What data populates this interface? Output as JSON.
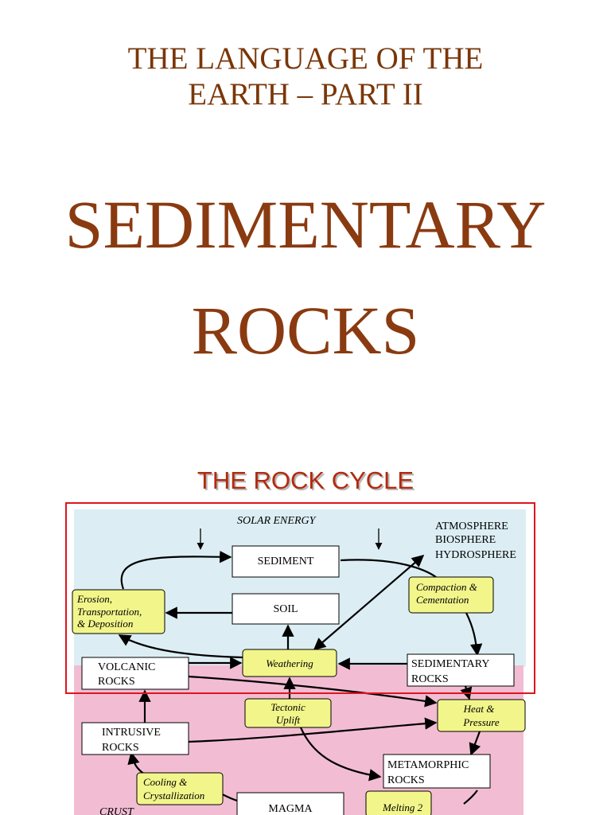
{
  "header": {
    "subtitle_line1": "THE LANGUAGE OF THE",
    "subtitle_line2": "EARTH – PART II",
    "title_line1": "SEDIMENTARY",
    "title_line2": "ROCKS"
  },
  "diagram": {
    "title": "THE ROCK CYCLE",
    "solar_energy": "SOLAR ENERGY",
    "spheres": [
      "ATMOSPHERE",
      "BIOSPHERE",
      "HYDROSPHERE"
    ],
    "crust": "CRUST",
    "rocks": {
      "sediment": [
        "SEDIMENT"
      ],
      "soil": [
        "SOIL"
      ],
      "volcanic": [
        "VOLCANIC",
        "ROCKS"
      ],
      "sedimentary": [
        "SEDIMENTARY",
        "ROCKS"
      ],
      "intrusive": [
        "INTRUSIVE",
        "ROCKS"
      ],
      "metamorphic": [
        "METAMORPHIC",
        "ROCKS"
      ],
      "magma": [
        "MAGMA"
      ]
    },
    "processes": {
      "erosion": [
        "Erosion,",
        "Transportation,",
        "& Deposition"
      ],
      "compaction": [
        "Compaction &",
        "Cementation"
      ],
      "weathering": [
        "Weathering"
      ],
      "tectonic": [
        "Tectonic",
        "Uplift"
      ],
      "heat": [
        "Heat &",
        "Pressure"
      ],
      "cooling": [
        "Cooling &",
        "Crystallization"
      ],
      "melting": [
        "Melting 2"
      ]
    },
    "colors": {
      "sky": "#dceef4",
      "crust": "#f2bdd3",
      "process_fill": "#f2f58a",
      "highlight": "#e0141e"
    }
  }
}
